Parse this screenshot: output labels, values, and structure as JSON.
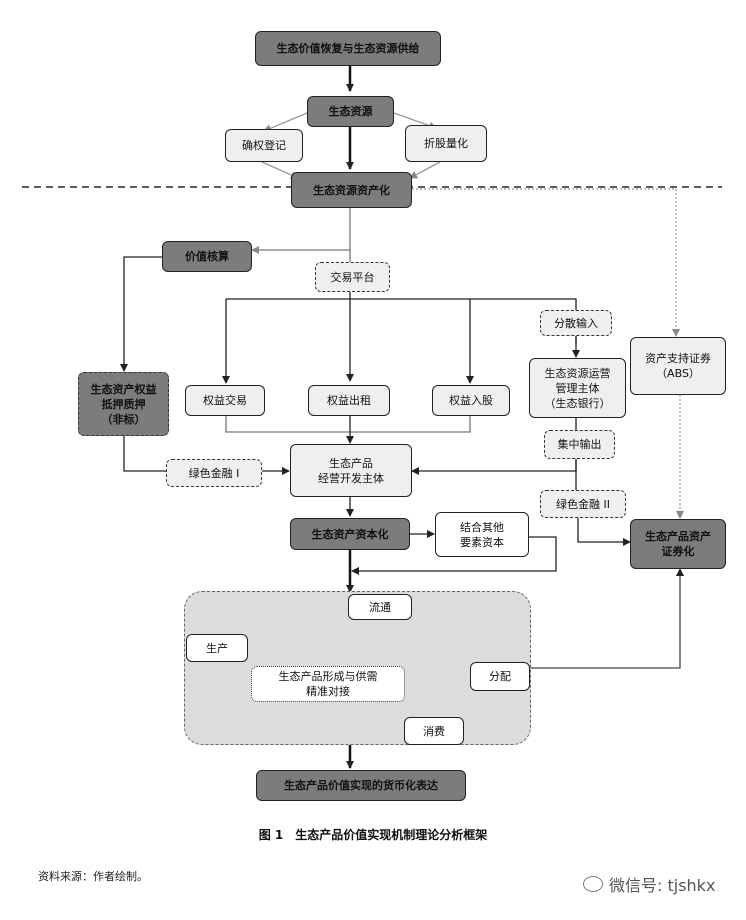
{
  "nodes": {
    "supply": "生态价值恢复与生态资源供给",
    "resource": "生态资源",
    "confirm": "确权登记",
    "quantify": "折股量化",
    "assetize": "生态资源资产化",
    "valuation": "价值核算",
    "platform": "交易平台",
    "distributed_input": "分散输入",
    "abs": "资产支持证券\n（ABS）",
    "pledge": "生态资产权益\n抵押质押\n（非标）",
    "trade": "权益交易",
    "lease": "权益出租",
    "equity": "权益入股",
    "operator": "生态资源运营\n管理主体\n（生态银行）",
    "centralized_output": "集中输出",
    "green_finance_1": "绿色金融 I",
    "developer": "生态产品\n经营开发主体",
    "green_finance_2": "绿色金融 II",
    "securitize": "生态产品资产\n证券化",
    "capitalize": "生态资产资本化",
    "combine": "结合其他\n要素资本",
    "circulation": "流通",
    "production": "生产",
    "distribution": "分配",
    "consumption": "消费",
    "matching": "生态产品形成与供需\n精准对接",
    "monetize": "生态产品价值实现的货币化表达"
  },
  "caption": "图 1　生态产品价值实现机制理论分析框架",
  "source": "资料来源：作者绘制。",
  "watermark": "微信号: tjshkx"
}
